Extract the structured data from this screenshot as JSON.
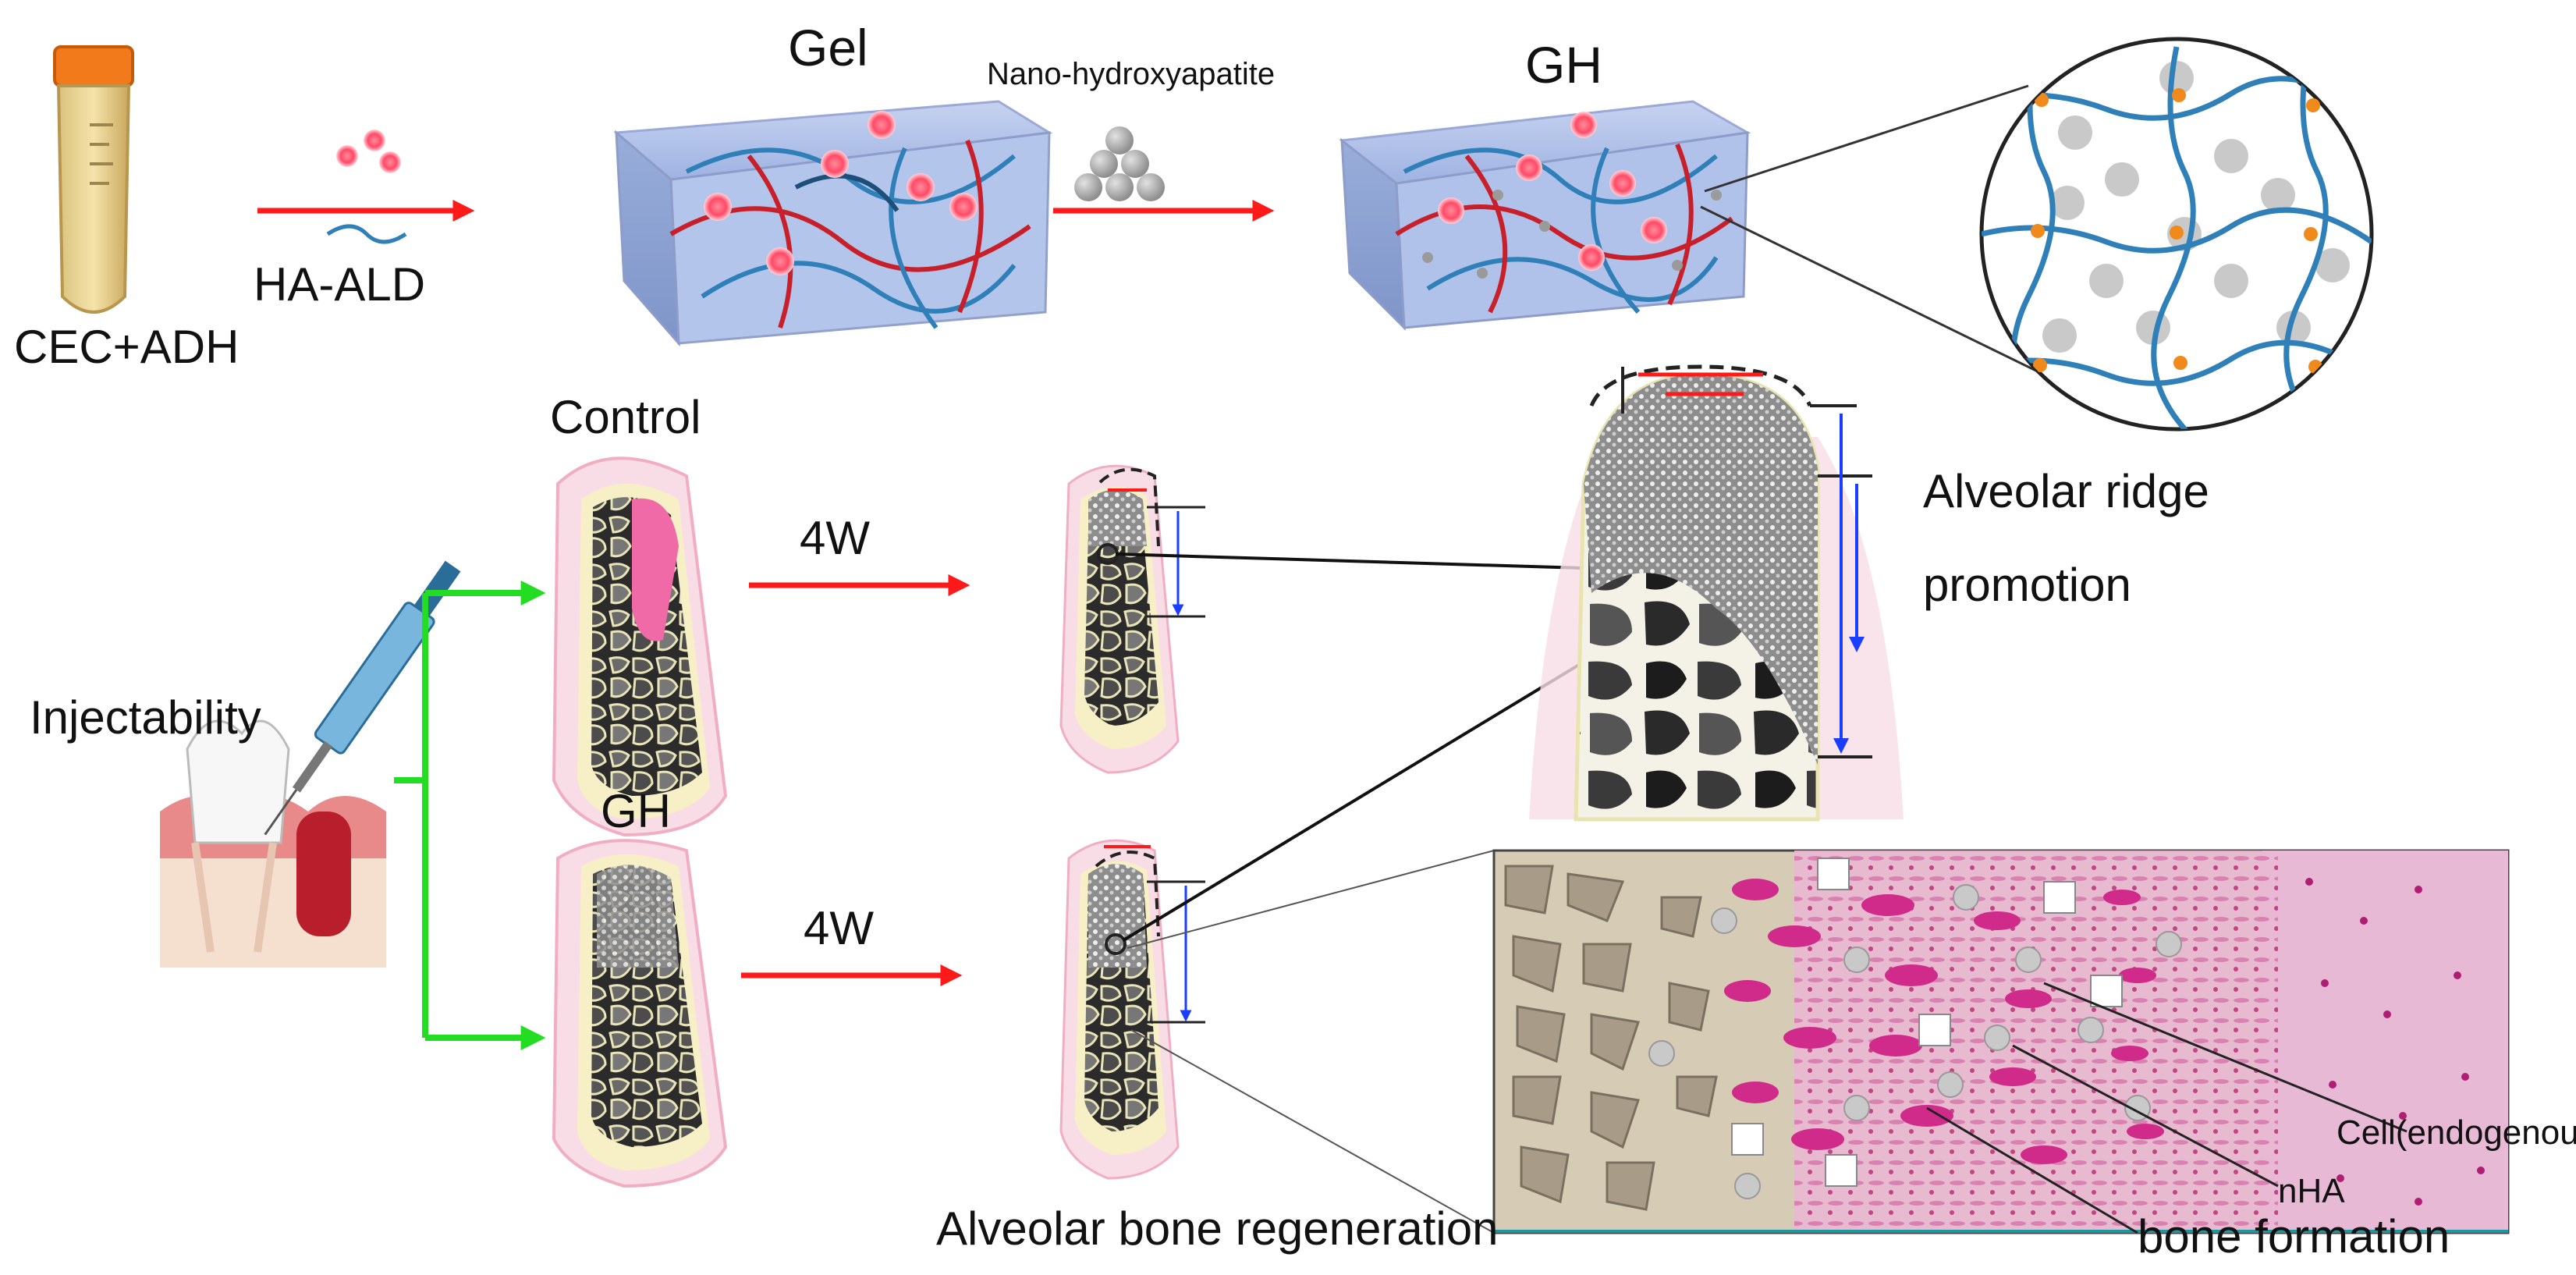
{
  "labels": {
    "gel": "Gel",
    "nano": "Nano-hydroxyapatite",
    "gh_top": "GH",
    "cec_adh": "CEC+ADH",
    "ha_ald": "HA-ALD",
    "control": "Control",
    "gh_bottom": "GH",
    "injectability": "Injectability",
    "time_top": "4W",
    "time_bottom": "4W",
    "ridge_line1": "Alveolar ridge",
    "ridge_line2": "promotion",
    "bone_regen": "Alveolar bone regeneration",
    "cell": "Cell(endogenous)",
    "nha": "nHA",
    "bone_formation": "bone formation"
  },
  "colors": {
    "arrow_red": "#ff1a1a",
    "arrow_green": "#22dd22",
    "gel_blue": "#a9bde8",
    "fiber_blue": "#2f7fb8",
    "fiber_red": "#c8202a",
    "gum_pink": "#f6cfd8",
    "tissue_pink": "#e64aa6",
    "crosslink_orange": "#f08a1c",
    "bracket_blue": "#1a3dff"
  }
}
